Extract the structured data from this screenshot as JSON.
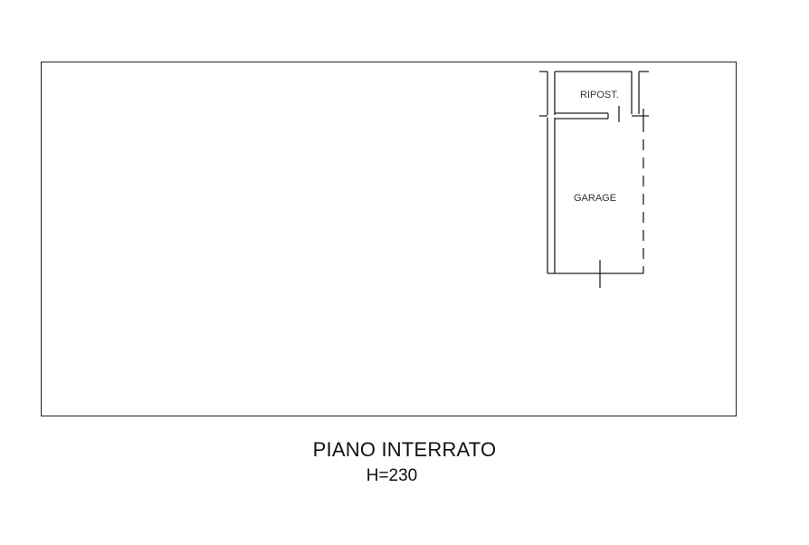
{
  "drawing": {
    "floor_title": "PIANO INTERRATO",
    "height_label": "H=230",
    "rooms": {
      "storage_label": "RIPOST.",
      "garage_label": "GARAGE"
    }
  }
}
